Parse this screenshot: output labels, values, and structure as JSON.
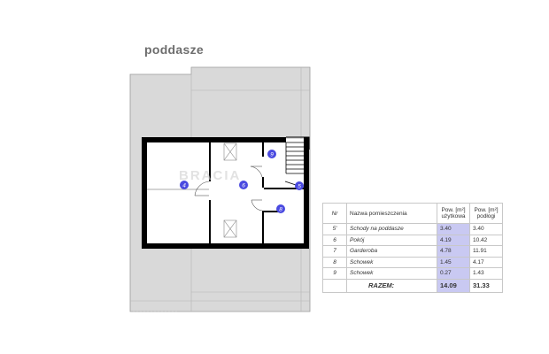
{
  "plan_title": "poddasze",
  "watermark": "BRACIA",
  "room_markers": [
    {
      "label": "4"
    },
    {
      "label": "6"
    },
    {
      "label": "5"
    },
    {
      "label": "8"
    },
    {
      "label": "9"
    }
  ],
  "table": {
    "headers": {
      "nr": "Nr",
      "name": "Nazwa pomieszczenia",
      "usable_line1": "Pow. [m²]",
      "usable_line2": "użytkowa",
      "floor_line1": "Pow. [m²]",
      "floor_line2": "podłogi"
    },
    "rows": [
      {
        "nr": "5'",
        "name": "Schody na poddasze",
        "usable": "3.40",
        "floor": "3.40"
      },
      {
        "nr": "6",
        "name": "Pokój",
        "usable": "4.19",
        "floor": "10.42"
      },
      {
        "nr": "7",
        "name": "Garderoba",
        "usable": "4.78",
        "floor": "11.91"
      },
      {
        "nr": "8",
        "name": "Schowek",
        "usable": "1.45",
        "floor": "4.17"
      },
      {
        "nr": "9",
        "name": "Schowek",
        "usable": "0.27",
        "floor": "1.43"
      }
    ],
    "total": {
      "label": "RAZEM:",
      "usable": "14.09",
      "floor": "31.33"
    }
  },
  "colors": {
    "roof": "#d9d9d9",
    "wall": "#000000",
    "marker": "#4a4ae0",
    "highlight": "#c9c9f2"
  }
}
